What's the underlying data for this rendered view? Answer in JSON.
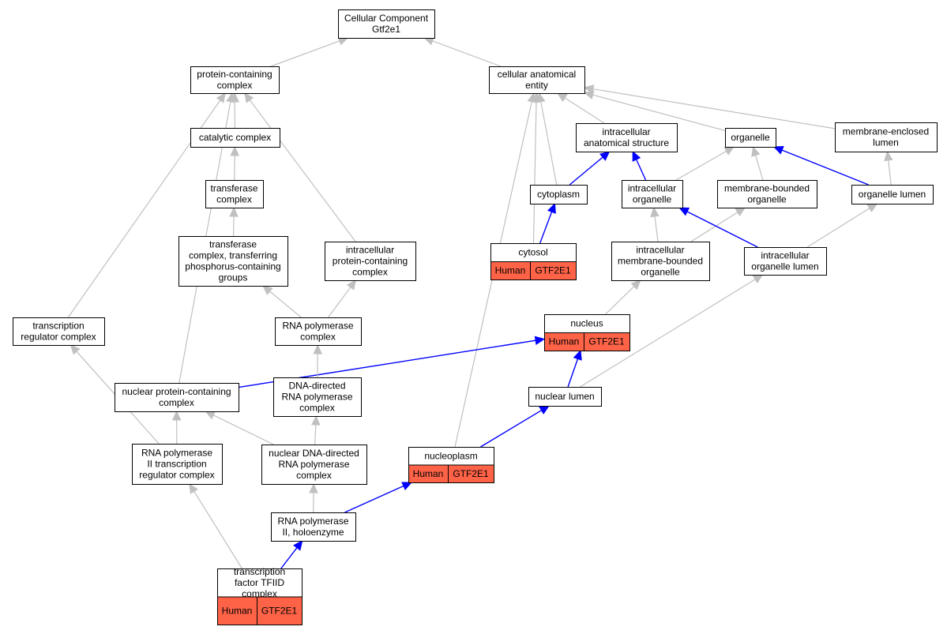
{
  "nodes": {
    "cc": [
      "Cellular Component",
      "Gtf2e1"
    ],
    "pcc": [
      "protein-containing",
      "complex"
    ],
    "cae": [
      "cellular anatomical",
      "entity"
    ],
    "catc": [
      "catalytic complex"
    ],
    "ias": [
      "intracellular",
      "anatomical structure"
    ],
    "org": [
      "organelle"
    ],
    "mel": [
      "membrane-enclosed",
      "lumen"
    ],
    "tfc": [
      "transferase",
      "complex"
    ],
    "cyto": [
      "cytoplasm"
    ],
    "iorg": [
      "intracellular",
      "organelle"
    ],
    "mbo": [
      "membrane-bounded",
      "organelle"
    ],
    "olum": [
      "organelle lumen"
    ],
    "tfcp": [
      "transferase",
      "complex, transferring",
      "phosphorus-containing",
      "groups"
    ],
    "ipcc": [
      "intracellular",
      "protein-containing",
      "complex"
    ],
    "cytosol": [
      "cytosol"
    ],
    "imbo": [
      "intracellular",
      "membrane-bounded",
      "organelle"
    ],
    "iol": [
      "intracellular",
      "organelle lumen"
    ],
    "trc": [
      "transcription",
      "regulator complex"
    ],
    "rnap": [
      "RNA polymerase",
      "complex"
    ],
    "nucleus": [
      "nucleus"
    ],
    "npcc": [
      "nuclear protein-containing",
      "complex"
    ],
    "ddrnap": [
      "DNA-directed",
      "RNA polymerase",
      "complex"
    ],
    "nlum": [
      "nuclear lumen"
    ],
    "rnap2trc": [
      "RNA polymerase",
      "II transcription",
      "regulator complex"
    ],
    "nddrnap": [
      "nuclear DNA-directed",
      "RNA polymerase",
      "complex"
    ],
    "nucleoplasm": [
      "nucleoplasm"
    ],
    "rnap2h": [
      "RNA polymerase",
      "II, holoenzyme"
    ],
    "tfiid": [
      "transcription",
      "factor TFIID",
      "complex"
    ]
  },
  "annotations": {
    "cytosol": [
      "Human",
      "GTF2E1"
    ],
    "nucleus": [
      "Human",
      "GTF2E1"
    ],
    "nucleoplasm": [
      "Human",
      "GTF2E1"
    ],
    "tfiid": [
      "Human",
      "GTF2E1"
    ]
  },
  "edges": [
    {
      "from": "pcc",
      "to": "cc",
      "style": "gray"
    },
    {
      "from": "cae",
      "to": "cc",
      "style": "gray"
    },
    {
      "from": "catc",
      "to": "pcc",
      "style": "gray"
    },
    {
      "from": "tfc",
      "to": "catc",
      "style": "gray"
    },
    {
      "from": "tfcp",
      "to": "tfc",
      "style": "gray"
    },
    {
      "from": "rnap",
      "to": "tfcp",
      "style": "gray"
    },
    {
      "from": "rnap",
      "to": "ipcc",
      "style": "gray"
    },
    {
      "from": "ipcc",
      "to": "pcc",
      "style": "gray"
    },
    {
      "from": "trc",
      "to": "pcc",
      "style": "gray"
    },
    {
      "from": "npcc",
      "to": "pcc",
      "style": "gray"
    },
    {
      "from": "ias",
      "to": "cae",
      "style": "gray"
    },
    {
      "from": "org",
      "to": "cae",
      "style": "gray"
    },
    {
      "from": "mel",
      "to": "cae",
      "style": "gray"
    },
    {
      "from": "cyto",
      "to": "cae",
      "style": "gray"
    },
    {
      "from": "cytosol",
      "to": "cae",
      "style": "gray"
    },
    {
      "from": "nucleoplasm",
      "to": "cae",
      "style": "gray"
    },
    {
      "from": "cyto",
      "to": "ias",
      "style": "blue"
    },
    {
      "from": "iorg",
      "to": "ias",
      "style": "blue"
    },
    {
      "from": "iorg",
      "to": "org",
      "style": "gray"
    },
    {
      "from": "mbo",
      "to": "org",
      "style": "gray"
    },
    {
      "from": "olum",
      "to": "org",
      "style": "blue"
    },
    {
      "from": "olum",
      "to": "mel",
      "style": "gray"
    },
    {
      "from": "cytosol",
      "to": "cyto",
      "style": "blue"
    },
    {
      "from": "imbo",
      "to": "iorg",
      "style": "gray"
    },
    {
      "from": "imbo",
      "to": "mbo",
      "style": "gray"
    },
    {
      "from": "iol",
      "to": "iorg",
      "style": "blue"
    },
    {
      "from": "iol",
      "to": "olum",
      "style": "gray"
    },
    {
      "from": "nucleus",
      "to": "imbo",
      "style": "gray"
    },
    {
      "from": "nlum",
      "to": "iol",
      "style": "gray"
    },
    {
      "from": "nlum",
      "to": "nucleus",
      "style": "blue"
    },
    {
      "from": "npcc",
      "to": "nucleus",
      "style": "blue"
    },
    {
      "from": "ddrnap",
      "to": "rnap",
      "style": "gray"
    },
    {
      "from": "nddrnap",
      "to": "ddrnap",
      "style": "gray"
    },
    {
      "from": "nddrnap",
      "to": "npcc",
      "style": "gray"
    },
    {
      "from": "rnap2trc",
      "to": "npcc",
      "style": "gray"
    },
    {
      "from": "rnap2trc",
      "to": "trc",
      "style": "gray"
    },
    {
      "from": "nucleoplasm",
      "to": "nlum",
      "style": "blue"
    },
    {
      "from": "rnap2h",
      "to": "nddrnap",
      "style": "gray"
    },
    {
      "from": "rnap2h",
      "to": "nucleoplasm",
      "style": "blue"
    },
    {
      "from": "tfiid",
      "to": "rnap2trc",
      "style": "gray"
    },
    {
      "from": "tfiid",
      "to": "rnap2h",
      "style": "blue"
    }
  ],
  "colors": {
    "gray_edge": "#c0c0c0",
    "blue_edge": "#0000ff",
    "annotation_fill": "#ff6347"
  }
}
